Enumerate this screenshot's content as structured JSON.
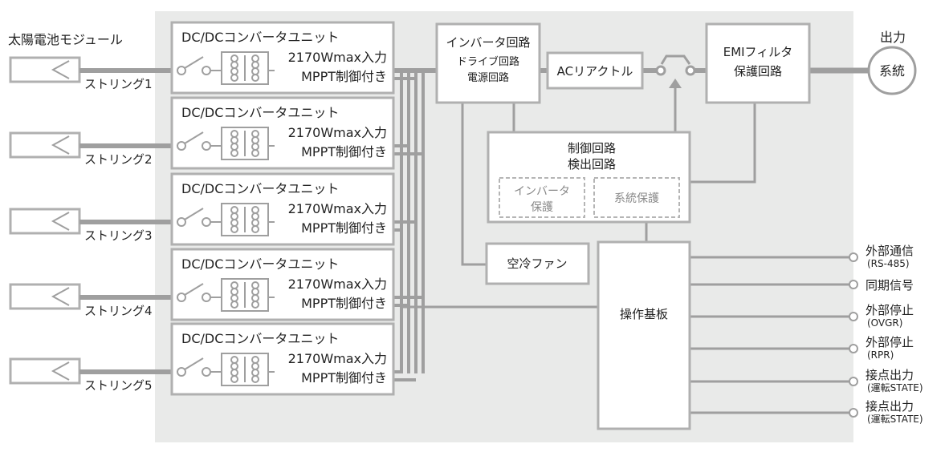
{
  "colors": {
    "panel": "#e9eae9",
    "box_fill": "#ffffff",
    "box_stroke": "#b0b0b0",
    "line": "#9f9f9f",
    "text": "#222222",
    "dashed": "#b5b5b5",
    "dashed_text": "#888888"
  },
  "solar_module_label": "太陽電池モジュール",
  "strings": [
    {
      "label": "ストリング1"
    },
    {
      "label": "ストリング2"
    },
    {
      "label": "ストリング3"
    },
    {
      "label": "ストリング4"
    },
    {
      "label": "ストリング5"
    }
  ],
  "converter": {
    "title": "DC/DCコンバータユニット",
    "rating": "2170Wmax入力",
    "mppt": "MPPT制御付き"
  },
  "inverter": {
    "title": "インバータ回路",
    "line2": "ドライブ回路",
    "line3": "電源回路"
  },
  "ac_reactor": "ACリアクトル",
  "emi_filter": {
    "line1": "EMIフィルタ",
    "line2": "保護回路"
  },
  "output": {
    "label": "出力",
    "grid": "系統"
  },
  "control": {
    "line1": "制御回路",
    "line2": "検出回路",
    "inverter_protect": {
      "line1": "インバータ",
      "line2": "保護"
    },
    "grid_protect": "系統保護"
  },
  "fan": "空冷ファン",
  "board": "操作基板",
  "external_ports": [
    {
      "line1": "外部通信",
      "line2": "(RS-485)"
    },
    {
      "line1": "同期信号",
      "line2": ""
    },
    {
      "line1": "外部停止",
      "line2": "(OVGR)"
    },
    {
      "line1": "外部停止",
      "line2": "(RPR)"
    },
    {
      "line1": "接点出力",
      "line2": "(運転STATE)"
    },
    {
      "line1": "接点出力",
      "line2": "(運転STATE)"
    }
  ]
}
